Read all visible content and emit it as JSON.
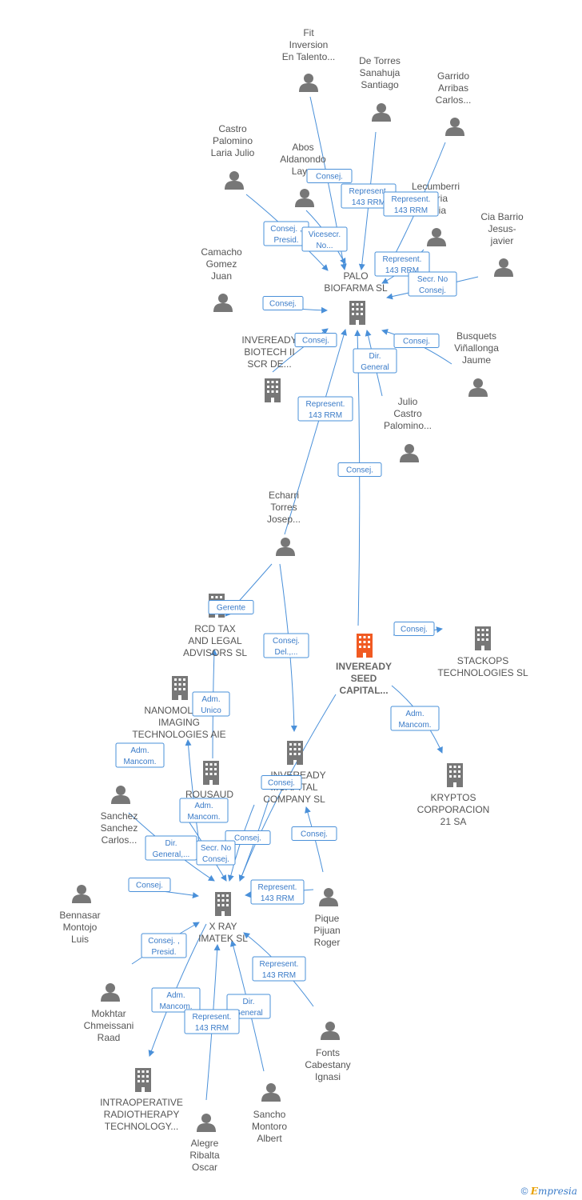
{
  "colors": {
    "edge": "#4a90d9",
    "person": "#777777",
    "company": "#777777",
    "main_company": "#f15a22",
    "label": "#555555"
  },
  "nodes": [
    {
      "id": "fit",
      "type": "person",
      "lines": [
        "Fit",
        "Inversion",
        "En Talento..."
      ]
    },
    {
      "id": "detorres",
      "type": "person",
      "lines": [
        "De Torres",
        "Sanahuja",
        "Santiago"
      ]
    },
    {
      "id": "garrido",
      "type": "person",
      "lines": [
        "Garrido",
        "Arribas",
        "Carlos..."
      ]
    },
    {
      "id": "castro",
      "type": "person",
      "lines": [
        "Castro",
        "Palomino",
        "Laria Julio"
      ]
    },
    {
      "id": "abos",
      "type": "person",
      "lines": [
        "Abos",
        "Aldanondo",
        "Lay..."
      ]
    },
    {
      "id": "lecumberri",
      "type": "person",
      "lines": [
        "Lecumberri",
        "...aria",
        "...hia"
      ]
    },
    {
      "id": "cia",
      "type": "person",
      "lines": [
        "Cia Barrio",
        "Jesus-",
        "javier"
      ]
    },
    {
      "id": "camacho",
      "type": "person",
      "lines": [
        "Camacho",
        "Gomez",
        "Juan"
      ]
    },
    {
      "id": "palo",
      "type": "company",
      "lines": [
        "PALO",
        "BIOFARMA SL"
      ]
    },
    {
      "id": "biotech",
      "type": "company",
      "lines": [
        "INVEREADY",
        "BIOTECH II",
        "SCR DE..."
      ]
    },
    {
      "id": "busquets",
      "type": "person",
      "lines": [
        "Busquets",
        "Viñallonga",
        "Jaume"
      ]
    },
    {
      "id": "julio",
      "type": "person",
      "lines": [
        "Julio",
        "Castro",
        "Palomino..."
      ]
    },
    {
      "id": "echarri",
      "type": "person",
      "lines": [
        "Echarri",
        "Torres",
        "Josep..."
      ]
    },
    {
      "id": "rcd",
      "type": "company",
      "lines": [
        "RCD TAX",
        "AND LEGAL",
        "ADVISORS SL"
      ]
    },
    {
      "id": "seed",
      "type": "main",
      "lines": [
        "INVEREADY",
        "SEED",
        "CAPITAL..."
      ]
    },
    {
      "id": "stackops",
      "type": "company",
      "lines": [
        "STACKOPS",
        "TECHNOLOGIES SL"
      ]
    },
    {
      "id": "nanomolec",
      "type": "company",
      "lines": [
        "NANOMOLEC...",
        "IMAGING",
        "TECHNOLOGIES AIE"
      ]
    },
    {
      "id": "kryptos",
      "type": "company",
      "lines": [
        "KRYPTOS",
        "CORPORACION",
        "21 SA"
      ]
    },
    {
      "id": "capital",
      "type": "company",
      "lines": [
        "...INVEREADY",
        "...CAPITAL",
        "COMPANY SL"
      ]
    },
    {
      "id": "rousaud",
      "type": "company",
      "lines": [
        "ROUSAUD",
        "...P"
      ]
    },
    {
      "id": "sanchez",
      "type": "person",
      "lines": [
        "Sanchez",
        "Sanchez",
        "Carlos..."
      ]
    },
    {
      "id": "bennasar",
      "type": "person",
      "lines": [
        "Bennasar",
        "Montojo",
        "Luis"
      ]
    },
    {
      "id": "xray",
      "type": "company",
      "lines": [
        "X RAY",
        "IMATEK SL"
      ]
    },
    {
      "id": "pique",
      "type": "person",
      "lines": [
        "Pique",
        "Pijuan",
        "Roger"
      ]
    },
    {
      "id": "mokhtar",
      "type": "person",
      "lines": [
        "Mokhtar",
        "Chmeissani",
        "Raad"
      ]
    },
    {
      "id": "fonts",
      "type": "person",
      "lines": [
        "Fonts",
        "Cabestany",
        "Ignasi"
      ]
    },
    {
      "id": "intraop",
      "type": "company",
      "lines": [
        "INTRAOPERATIVE",
        "RADIOTHERAPY",
        "TECHNOLOGY..."
      ]
    },
    {
      "id": "sancho",
      "type": "person",
      "lines": [
        "Sancho",
        "Montoro",
        "Albert"
      ]
    },
    {
      "id": "alegre",
      "type": "person",
      "lines": [
        "Alegre",
        "Ribalta",
        "Oscar"
      ]
    }
  ],
  "relations": [
    {
      "lines": [
        "Consej."
      ]
    },
    {
      "lines": [
        "Represent.",
        "143 RRM"
      ]
    },
    {
      "lines": [
        "Represent.",
        "143 RRM"
      ]
    },
    {
      "lines": [
        "Consej. ,",
        "Presid."
      ]
    },
    {
      "lines": [
        "Vicesecr.",
        "No..."
      ]
    },
    {
      "lines": [
        "Represent.",
        "143 RRM"
      ]
    },
    {
      "lines": [
        "Secr.  No",
        "Consej."
      ]
    },
    {
      "lines": [
        "Consej."
      ]
    },
    {
      "lines": [
        "Consej."
      ]
    },
    {
      "lines": [
        "Consej."
      ]
    },
    {
      "lines": [
        "Dir.",
        "General"
      ]
    },
    {
      "lines": [
        "Represent.",
        "143 RRM"
      ]
    },
    {
      "lines": [
        "Consej."
      ]
    },
    {
      "lines": [
        "Gerente"
      ]
    },
    {
      "lines": [
        "Consej.",
        "Del.,..."
      ]
    },
    {
      "lines": [
        "Consej."
      ]
    },
    {
      "lines": [
        "Adm.",
        "Unico"
      ]
    },
    {
      "lines": [
        "Adm.",
        "Mancom."
      ]
    },
    {
      "lines": [
        "Adm.",
        "Mancom."
      ]
    },
    {
      "lines": [
        "Consej."
      ]
    },
    {
      "lines": [
        "Adm.",
        "Mancom."
      ]
    },
    {
      "lines": [
        "Consej."
      ]
    },
    {
      "lines": [
        "Dir.",
        "General,..."
      ]
    },
    {
      "lines": [
        "Secr.  No",
        "Consej."
      ]
    },
    {
      "lines": [
        "Consej."
      ]
    },
    {
      "lines": [
        "Consej."
      ]
    },
    {
      "lines": [
        "Represent.",
        "143 RRM"
      ]
    },
    {
      "lines": [
        "Consej. ,",
        "Presid."
      ]
    },
    {
      "lines": [
        "Represent.",
        "143 RRM"
      ]
    },
    {
      "lines": [
        "Adm.",
        "Mancom."
      ]
    },
    {
      "lines": [
        "Dir.",
        "General"
      ]
    },
    {
      "lines": [
        "Represent.",
        "143 RRM"
      ]
    }
  ],
  "footer": {
    "copyright": "©",
    "brand_first": "E",
    "brand_rest": "mpresia"
  }
}
